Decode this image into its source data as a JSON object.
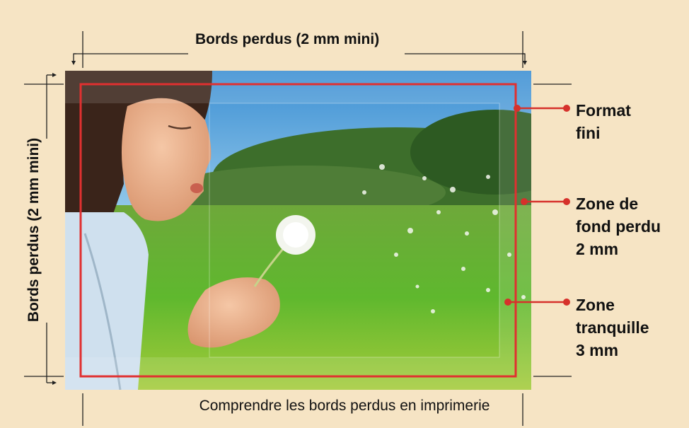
{
  "dimensions": {
    "top_label": "Bords perdus (2 mm mini)",
    "side_label": "Bords perdus (2 mm mini)"
  },
  "callouts": [
    {
      "lines": [
        "Format",
        "fini"
      ]
    },
    {
      "lines": [
        "Zone de",
        "fond perdu",
        "2 mm"
      ]
    },
    {
      "lines": [
        "Zone",
        "tranquille",
        "3 mm"
      ]
    }
  ],
  "caption": "Comprendre les bords perdus en imprimerie",
  "colors": {
    "background": "#f6e4c4",
    "trim_line": "#e03030",
    "callout_marker": "#d6312b",
    "text": "#111111"
  },
  "photo": {
    "subject": "child blowing a dandelion in a green meadow"
  }
}
